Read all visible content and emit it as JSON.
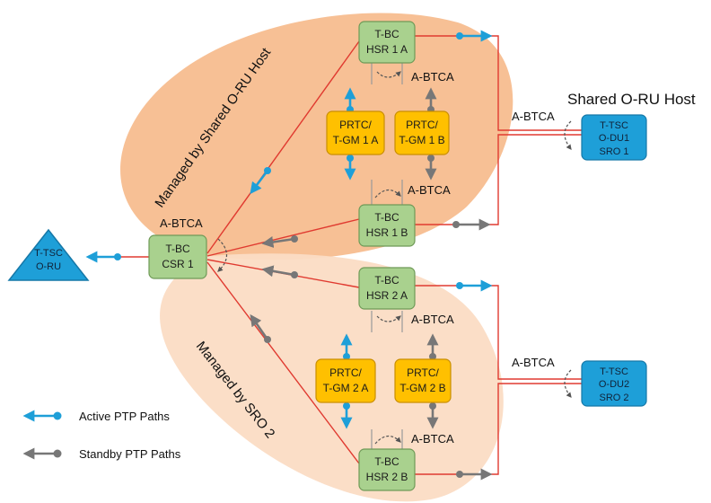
{
  "colors": {
    "active": "#1e9fd8",
    "standby": "#777777",
    "link": "#e03a30",
    "region_shared": "#f6b98a",
    "region_sro": "#fbdcc4",
    "tbc_fill": "#a9d18e",
    "tbc_stroke": "#6f9a57",
    "prtc_fill": "#ffc000",
    "prtc_stroke": "#c98e00",
    "tsc_fill": "#1e9fd8",
    "tsc_stroke": "#1578a8"
  },
  "regions": {
    "shared": "Managed by Shared O-RU Host",
    "sro2": "Managed by SRO 2"
  },
  "title": "Shared O-RU Host",
  "nodes": {
    "oru": [
      "T-TSC",
      "O-RU"
    ],
    "csr1": [
      "T-BC",
      "CSR 1"
    ],
    "hsr1a": [
      "T-BC",
      "HSR 1 A"
    ],
    "hsr1b": [
      "T-BC",
      "HSR 1 B"
    ],
    "hsr2a": [
      "T-BC",
      "HSR 2 A"
    ],
    "hsr2b": [
      "T-BC",
      "HSR 2 B"
    ],
    "gm1a": [
      "PRTC/",
      "T-GM  1 A"
    ],
    "gm1b": [
      "PRTC/",
      "T-GM 1 B"
    ],
    "gm2a": [
      "PRTC/",
      "T-GM 2  A"
    ],
    "gm2b": [
      "PRTC/",
      "T-GM 2 B"
    ],
    "du1": [
      "T-TSC",
      "O-DU1",
      "SRO 1"
    ],
    "du2": [
      "T-TSC",
      "O-DU2",
      "SRO 2"
    ]
  },
  "btca": {
    "csr1": "A-BTCA",
    "hsr1a": "A-BTCA",
    "hsr1b": "A-BTCA",
    "du1": "A-BTCA",
    "hsr2a": "A-BTCA",
    "hsr2b": "A-BTCA",
    "du2": "A-BTCA"
  },
  "legend": {
    "active": "Active PTP Paths",
    "standby": "Standby  PTP Paths"
  }
}
